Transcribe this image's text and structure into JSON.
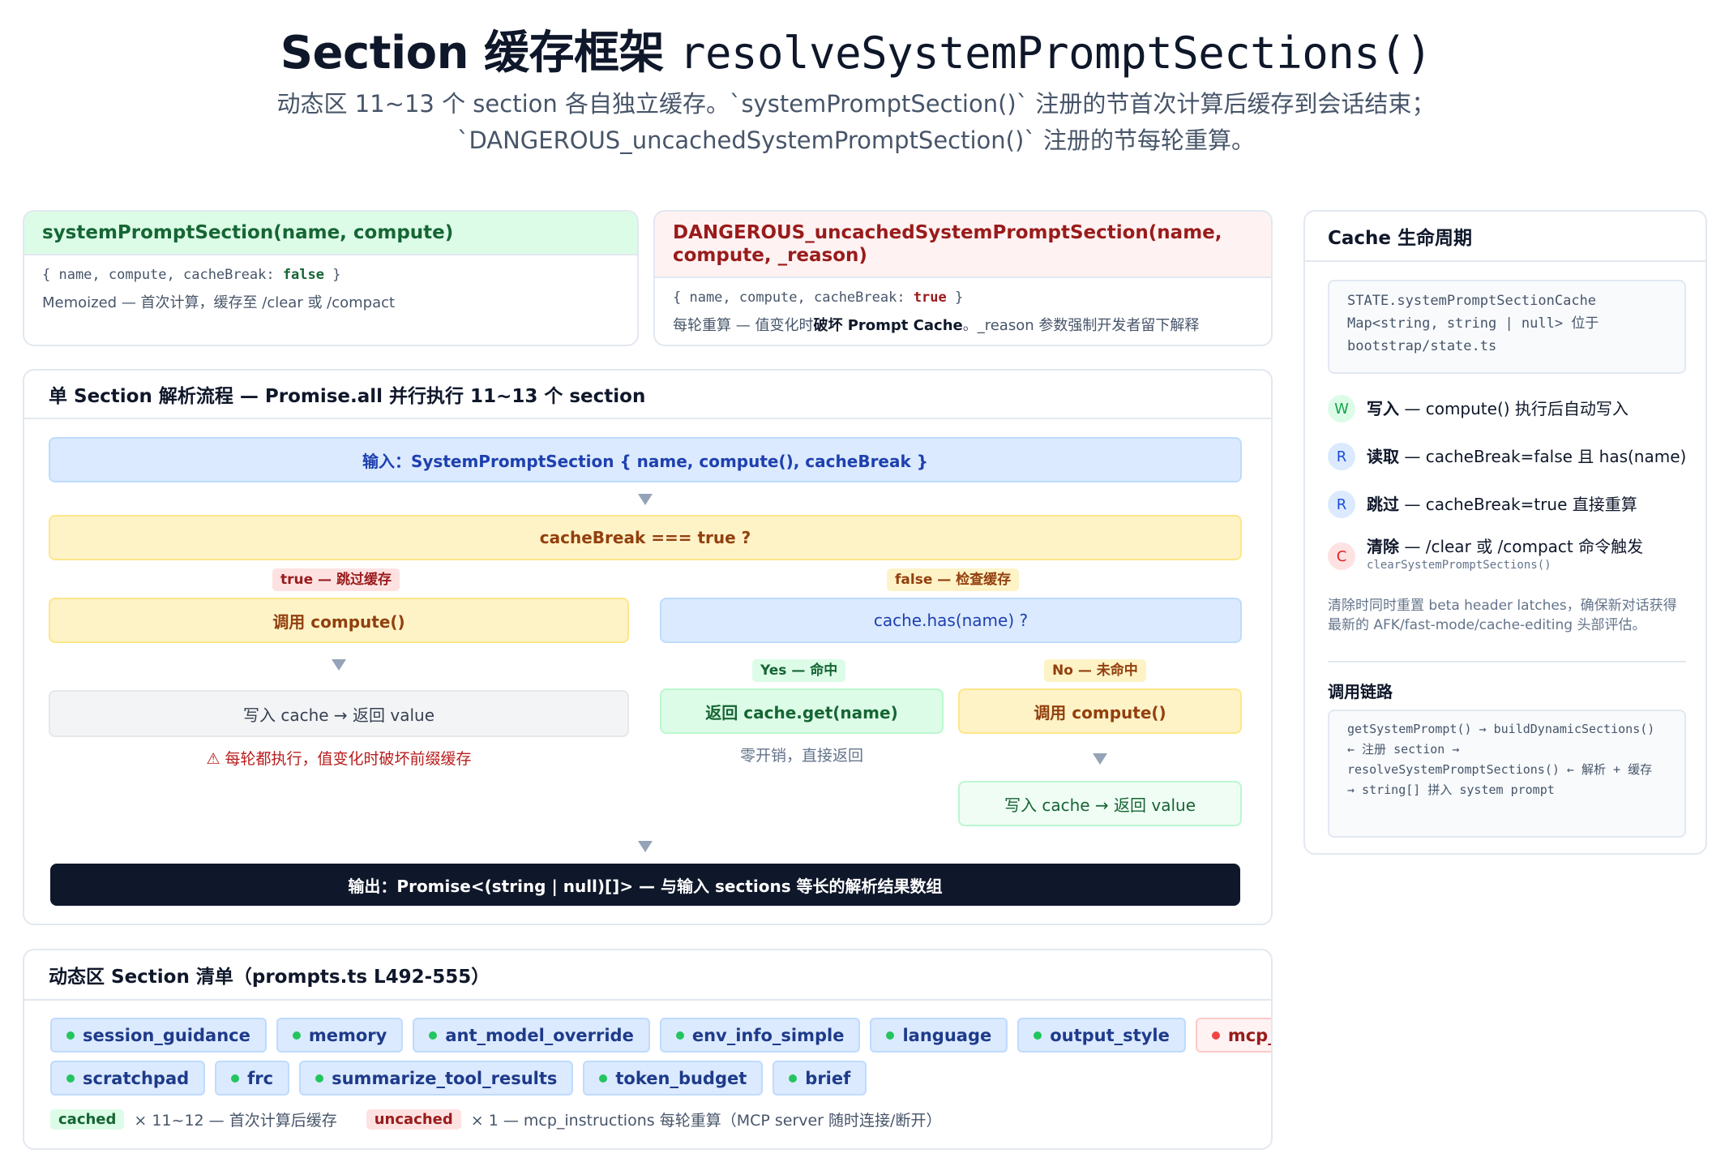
{
  "header": {
    "title_main": "Section 缓存框架",
    "title_code": "resolveSystemPromptSections()",
    "subtitle": "动态区 11~13 个 section 各自独立缓存。`systemPromptSection()` 注册的节首次计算后缓存到会话结束；`DANGEROUS_uncachedSystemPromptSection()` 注册的节每轮重算。"
  },
  "api_cards": {
    "cached": {
      "title": "systemPromptSection(name, compute)",
      "code_prefix": "{ name, compute, cacheBreak: ",
      "code_value": "false",
      "code_suffix": " }",
      "desc": "Memoized — 首次计算，缓存至 /clear 或 /compact"
    },
    "uncached": {
      "title": "DANGEROUS_uncachedSystemPromptSection(name, compute, _reason)",
      "code_prefix": "{ name, compute, cacheBreak: ",
      "code_value": "true",
      "code_suffix": " }",
      "desc_prefix": "每轮重算 — 值变化时",
      "desc_bold": "破坏 Prompt Cache",
      "desc_suffix": "。_reason 参数强制开发者留下解释"
    }
  },
  "flow": {
    "title": "单 Section 解析流程 — Promise.all 并行执行 11~13 个 section",
    "input": "输入：SystemPromptSection { name, compute(), cacheBreak }",
    "decision": "cacheBreak === true ?",
    "true_tag": "true — 跳过缓存",
    "false_tag": "false — 检查缓存",
    "true_compute": "调用 compute()",
    "true_write": "写入 cache → 返回 value",
    "true_warning": "⚠ 每轮都执行，值变化时破坏前缀缓存",
    "has_check": "cache.has(name) ?",
    "yes_tag": "Yes — 命中",
    "no_tag": "No — 未命中",
    "hit_return": "返回 cache.get(name)",
    "hit_note": "零开销，直接返回",
    "miss_compute": "调用 compute()",
    "miss_write": "写入 cache → 返回 value",
    "output": "输出：Promise<(string | null)[]> — 与输入 sections 等长的解析结果数组"
  },
  "sections": {
    "title": "动态区 Section 清单（prompts.ts L492-555）",
    "row1": [
      {
        "name": "session_guidance",
        "cached": true
      },
      {
        "name": "memory",
        "cached": true
      },
      {
        "name": "ant_model_override",
        "cached": true
      },
      {
        "name": "env_info_simple",
        "cached": true
      },
      {
        "name": "language",
        "cached": true
      },
      {
        "name": "output_style",
        "cached": true
      },
      {
        "name": "mcp_instructions",
        "cached": false
      }
    ],
    "row2": [
      {
        "name": "scratchpad",
        "cached": true
      },
      {
        "name": "frc",
        "cached": true
      },
      {
        "name": "summarize_tool_results",
        "cached": true
      },
      {
        "name": "token_budget",
        "cached": true
      },
      {
        "name": "brief",
        "cached": true
      }
    ],
    "legend_cached_tag": "cached",
    "legend_cached_text": "× 11~12 — 首次计算后缓存",
    "legend_uncached_tag": "uncached",
    "legend_uncached_text": "× 1 — mcp_instructions 每轮重算（MCP server 随时连接/断开）"
  },
  "lifecycle": {
    "title": "Cache 生命周期",
    "state_code": "STATE.systemPromptSectionCache Map<string, string | null> 位于 bootstrap/state.ts",
    "items": [
      {
        "badge": "W",
        "label": "写入",
        "text": " — compute() 执行后自动写入",
        "sub": ""
      },
      {
        "badge": "R",
        "label": "读取",
        "text": " — cacheBreak=false 且 has(name)",
        "sub": ""
      },
      {
        "badge": "R",
        "label": "跳过",
        "text": " — cacheBreak=true 直接重算",
        "sub": ""
      },
      {
        "badge": "C",
        "label": "清除",
        "text": " — /clear 或 /compact 命令触发",
        "sub": "clearSystemPromptSections()"
      }
    ],
    "note": "清除时同时重置 beta header latches，确保新对话获得最新的 AFK/fast-mode/cache-editing 头部评估。",
    "chain_title": "调用链路",
    "chain_code": "getSystemPrompt() → buildDynamicSections() ← 注册 section → resolveSystemPromptSections() ← 解析 + 缓存 → string[] 拼入 system prompt"
  }
}
